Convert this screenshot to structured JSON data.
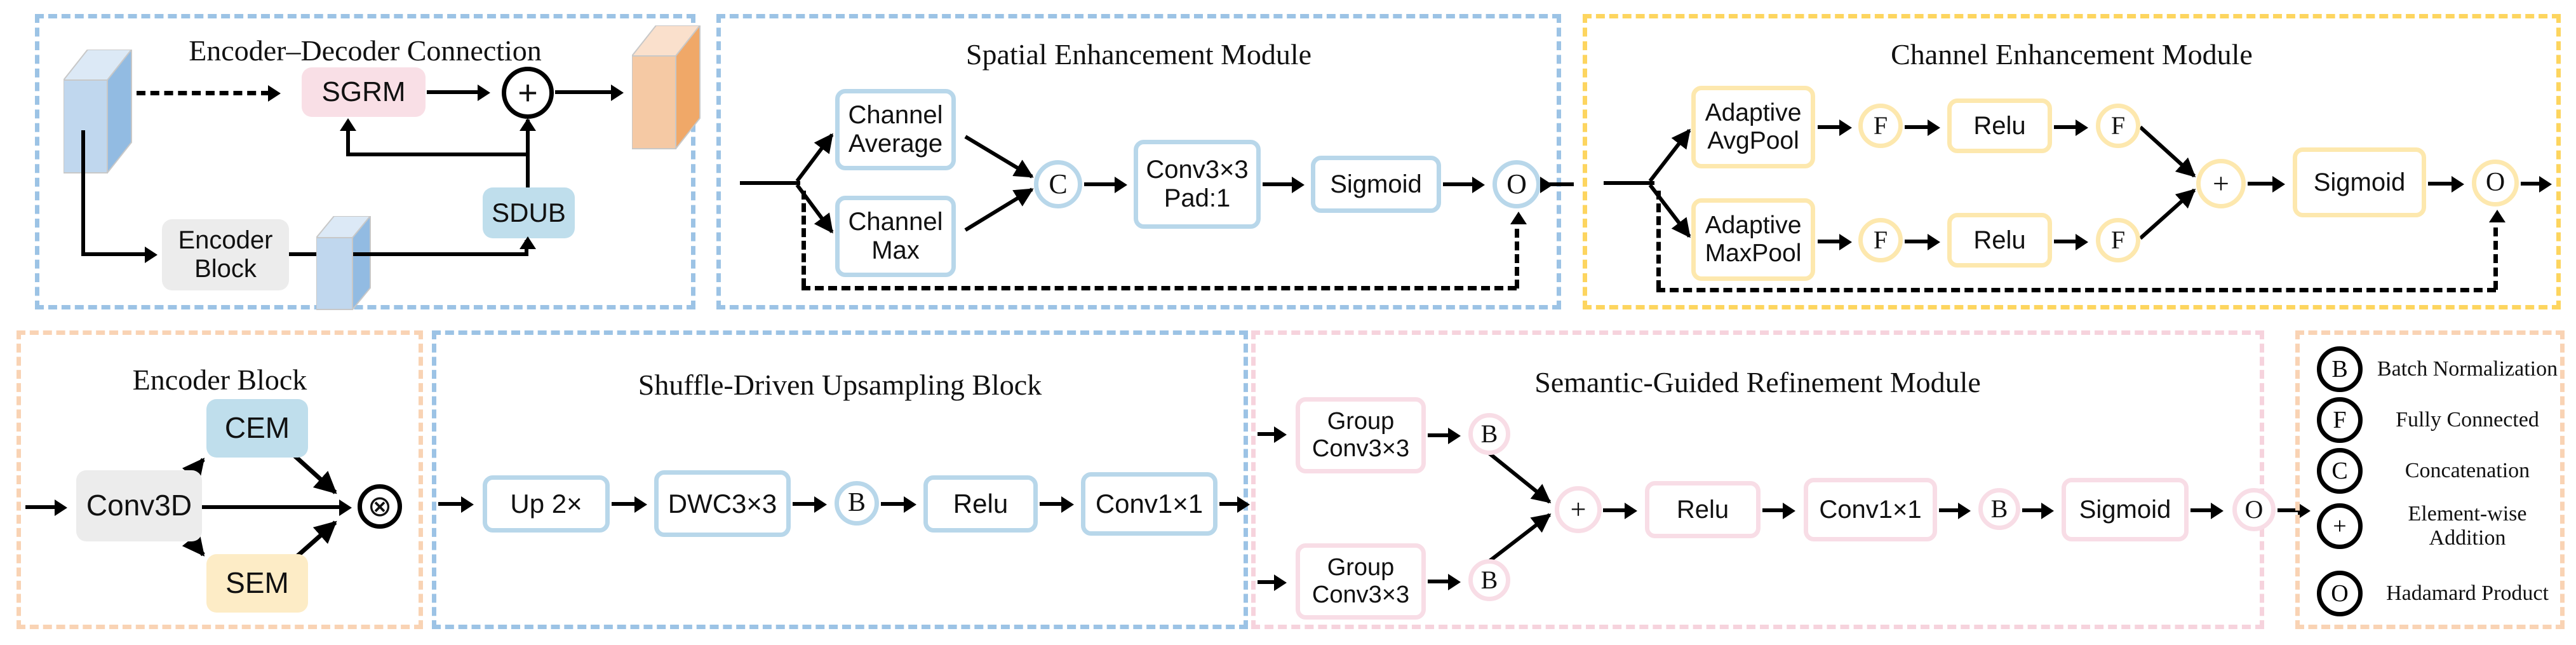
{
  "figure": {
    "panels": [
      {
        "id": "encoder-decoder-connection",
        "title": "Encoder–Decoder Connection",
        "border_color": "#9cc3e5",
        "nodes": [
          {
            "name": "sgrm",
            "label": "SGRM",
            "fill": "#f9dfe6"
          },
          {
            "name": "sdub",
            "label": "SDUB",
            "fill": "#bfdeec"
          },
          {
            "name": "encoder-block",
            "label": "Encoder Block",
            "fill": "#ececec"
          },
          {
            "name": "add-node",
            "label": "+",
            "fill": "#ffffff"
          }
        ],
        "tensors": [
          {
            "name": "input-feature-slab",
            "color": "#bfd8ee"
          },
          {
            "name": "encoded-feature-slab",
            "color": "#bfd8ee"
          },
          {
            "name": "output-feature-slab",
            "color": "#f0a868"
          }
        ]
      },
      {
        "id": "spatial-enhancement-module",
        "title": "Spatial Enhancement Module",
        "border_color": "#9cc3e5",
        "nodes": [
          {
            "name": "channel-average",
            "label": "Channel Average"
          },
          {
            "name": "channel-max",
            "label": "Channel Max"
          },
          {
            "name": "concat",
            "label": "C"
          },
          {
            "name": "conv3x3-pad1",
            "label": "Conv3×3 Pad:1"
          },
          {
            "name": "sigmoid",
            "label": "Sigmoid"
          },
          {
            "name": "hadamard",
            "label": "O"
          }
        ]
      },
      {
        "id": "channel-enhancement-module",
        "title": "Channel Enhancement Module",
        "border_color": "#fdd55f",
        "nodes": [
          {
            "name": "adaptive-avgpool",
            "label": "Adaptive AvgPool"
          },
          {
            "name": "adaptive-maxpool",
            "label": "Adaptive MaxPool"
          },
          {
            "name": "fc-1",
            "label": "F"
          },
          {
            "name": "relu-top",
            "label": "Relu"
          },
          {
            "name": "fc-2",
            "label": "F"
          },
          {
            "name": "fc-3",
            "label": "F"
          },
          {
            "name": "relu-bottom",
            "label": "Relu"
          },
          {
            "name": "fc-4",
            "label": "F"
          },
          {
            "name": "add",
            "label": "+"
          },
          {
            "name": "sigmoid",
            "label": "Sigmoid"
          },
          {
            "name": "hadamard",
            "label": "O"
          }
        ]
      },
      {
        "id": "encoder-block",
        "title": "Encoder Block",
        "border_color": "#f9d3b4",
        "nodes": [
          {
            "name": "conv3d",
            "label": "Conv3D",
            "fill": "#ececec"
          },
          {
            "name": "cem",
            "label": "CEM",
            "fill": "#bfdeec"
          },
          {
            "name": "sem",
            "label": "SEM",
            "fill": "#fdecc6"
          },
          {
            "name": "multiply",
            "label": "⊗"
          }
        ]
      },
      {
        "id": "shuffle-driven-upsampling-block",
        "title": "Shuffle-Driven Upsampling Block",
        "border_color": "#9cc3e5",
        "nodes": [
          {
            "name": "up-2x",
            "label": "Up 2×"
          },
          {
            "name": "dwc3x3",
            "label": "DWC3×3"
          },
          {
            "name": "batchnorm",
            "label": "B"
          },
          {
            "name": "relu",
            "label": "Relu"
          },
          {
            "name": "conv1x1",
            "label": "Conv1×1"
          }
        ]
      },
      {
        "id": "semantic-guided-refinement-module",
        "title": "Semantic-Guided Refinement Module",
        "border_color": "#f6d3dd",
        "nodes": [
          {
            "name": "group-conv3x3-top",
            "label": "Group Conv3×3"
          },
          {
            "name": "batchnorm-top",
            "label": "B"
          },
          {
            "name": "group-conv3x3-bottom",
            "label": "Group Conv3×3"
          },
          {
            "name": "batchnorm-bottom",
            "label": "B"
          },
          {
            "name": "add",
            "label": "+"
          },
          {
            "name": "relu",
            "label": "Relu"
          },
          {
            "name": "conv1x1",
            "label": "Conv1×1"
          },
          {
            "name": "batchnorm-out",
            "label": "B"
          },
          {
            "name": "sigmoid",
            "label": "Sigmoid"
          },
          {
            "name": "hadamard",
            "label": "O"
          }
        ]
      }
    ],
    "legend": {
      "id": "legend",
      "border_color": "#f9d3b4",
      "items": [
        {
          "symbol": "B",
          "label": "Batch Normalization"
        },
        {
          "symbol": "F",
          "label": "Fully Connected"
        },
        {
          "symbol": "C",
          "label": "Concatenation"
        },
        {
          "symbol": "+",
          "label": "Element-wise Addition"
        },
        {
          "symbol": "O",
          "label": "Hadamard Product"
        }
      ]
    }
  },
  "p1": {
    "title": "Encoder–Decoder Connection",
    "sgrm": "SGRM",
    "sdub": "SDUB",
    "enc_l1": "Encoder",
    "enc_l2": "Block",
    "plus": "+"
  },
  "p2": {
    "title": "Spatial Enhancement Module",
    "ca_l1": "Channel",
    "ca_l2": "Average",
    "cm_l1": "Channel",
    "cm_l2": "Max",
    "concat": "C",
    "cv_l1": "Conv3×3",
    "cv_l2": "Pad:1",
    "sigmoid": "Sigmoid",
    "hadamard": "O"
  },
  "p3": {
    "title": "Channel Enhancement Module",
    "avg_l1": "Adaptive",
    "avg_l2": "AvgPool",
    "max_l1": "Adaptive",
    "max_l2": "MaxPool",
    "f1": "F",
    "f2": "F",
    "f3": "F",
    "f4": "F",
    "relu_top": "Relu",
    "relu_bot": "Relu",
    "plus": "+",
    "sigmoid": "Sigmoid",
    "hadamard": "O"
  },
  "p4": {
    "title": "Encoder Block",
    "conv3d": "Conv3D",
    "cem": "CEM",
    "sem": "SEM",
    "mul": "⊗"
  },
  "p5": {
    "title": "Shuffle-Driven Upsampling Block",
    "up": "Up 2×",
    "dwc": "DWC3×3",
    "bn": "B",
    "relu": "Relu",
    "conv": "Conv1×1"
  },
  "p6": {
    "title": "Semantic-Guided Refinement Module",
    "gc_t1": "Group",
    "gc_t2": "Conv3×3",
    "gc_b1": "Group",
    "gc_b2": "Conv3×3",
    "bn_t": "B",
    "bn_b": "B",
    "plus": "+",
    "relu": "Relu",
    "conv": "Conv1×1",
    "bn_o": "B",
    "sigmoid": "Sigmoid",
    "hadamard": "O"
  },
  "legend": {
    "s0": "B",
    "t0": "Batch Normalization",
    "s1": "F",
    "t1": "Fully Connected",
    "s2": "C",
    "t2": "Concatenation",
    "s3": "+",
    "t3l1": "Element-wise",
    "t3l2": "Addition",
    "s4": "O",
    "t4": "Hadamard Product"
  }
}
